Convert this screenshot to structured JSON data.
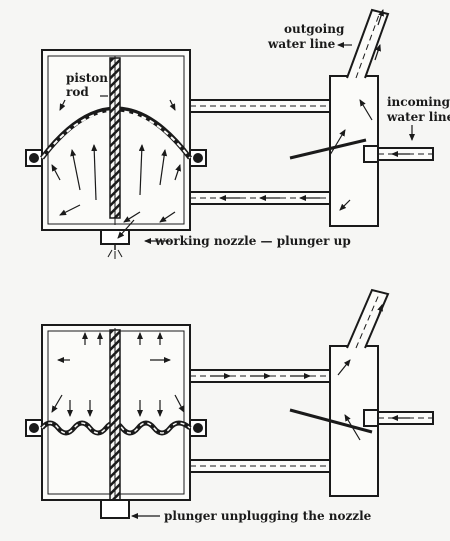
{
  "labels": {
    "piston_rod_line1": "piston",
    "piston_rod_line2": "rod",
    "outgoing_line1": "outgoing",
    "outgoing_line2": "water line",
    "incoming_line1": "incoming",
    "incoming_line2": "water line",
    "working_nozzle": "working nozzle — plunger up",
    "plunger_unplugging": "plunger unplugging the nozzle"
  },
  "colors": {
    "ink": "#1a1a1a",
    "paper": "#f6f6f4"
  }
}
